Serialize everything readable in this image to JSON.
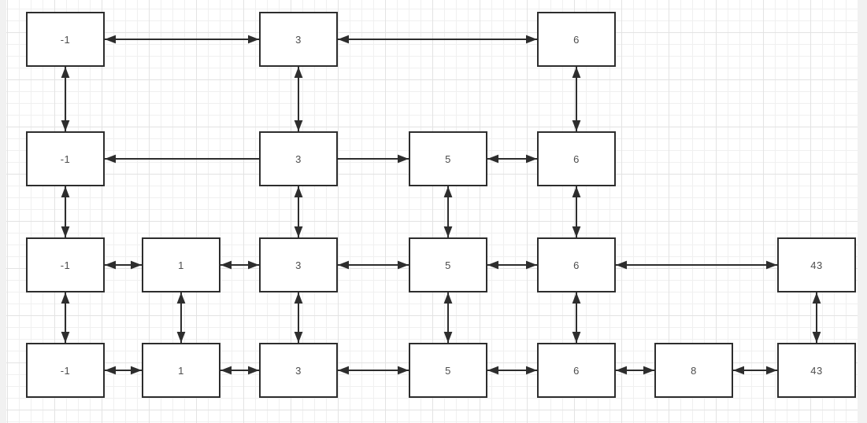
{
  "diagram": {
    "type": "skip-list",
    "colors": {
      "stroke": "#2d2d2d",
      "node_fill": "#ffffff",
      "node_text": "#4d4d4d",
      "canvas_background": "#ffffff",
      "canvas_margin": "#f1f1f1",
      "grid_minor": "#f0f0f0",
      "grid_major": "#e3e3e3"
    },
    "nodes": [
      {
        "id": "r0c0",
        "label": "-1",
        "row": 0,
        "col": 0
      },
      {
        "id": "r0c2",
        "label": "3",
        "row": 0,
        "col": 2
      },
      {
        "id": "r0c4",
        "label": "6",
        "row": 0,
        "col": 4
      },
      {
        "id": "r1c0",
        "label": "-1",
        "row": 1,
        "col": 0
      },
      {
        "id": "r1c2",
        "label": "3",
        "row": 1,
        "col": 2
      },
      {
        "id": "r1c3",
        "label": "5",
        "row": 1,
        "col": 3
      },
      {
        "id": "r1c4",
        "label": "6",
        "row": 1,
        "col": 4
      },
      {
        "id": "r2c0",
        "label": "-1",
        "row": 2,
        "col": 0
      },
      {
        "id": "r2c1",
        "label": "1",
        "row": 2,
        "col": 1
      },
      {
        "id": "r2c2",
        "label": "3",
        "row": 2,
        "col": 2
      },
      {
        "id": "r2c3",
        "label": "5",
        "row": 2,
        "col": 3
      },
      {
        "id": "r2c4",
        "label": "6",
        "row": 2,
        "col": 4
      },
      {
        "id": "r2c6",
        "label": "43",
        "row": 2,
        "col": 6
      },
      {
        "id": "r3c0",
        "label": "-1",
        "row": 3,
        "col": 0
      },
      {
        "id": "r3c1",
        "label": "1",
        "row": 3,
        "col": 1
      },
      {
        "id": "r3c2",
        "label": "3",
        "row": 3,
        "col": 2
      },
      {
        "id": "r3c3",
        "label": "5",
        "row": 3,
        "col": 3
      },
      {
        "id": "r3c4",
        "label": "6",
        "row": 3,
        "col": 4
      },
      {
        "id": "r3c5",
        "label": "8",
        "row": 3,
        "col": 5
      },
      {
        "id": "r3c6",
        "label": "43",
        "row": 3,
        "col": 6
      }
    ],
    "edges": [
      {
        "from": "r0c0",
        "to": "r0c2",
        "heads": "both"
      },
      {
        "from": "r0c2",
        "to": "r0c4",
        "heads": "both"
      },
      {
        "from": "r1c2",
        "to": "r1c0",
        "heads": "to"
      },
      {
        "from": "r1c2",
        "to": "r1c3",
        "heads": "to"
      },
      {
        "from": "r1c3",
        "to": "r1c4",
        "heads": "both"
      },
      {
        "from": "r2c0",
        "to": "r2c1",
        "heads": "both"
      },
      {
        "from": "r2c1",
        "to": "r2c2",
        "heads": "both"
      },
      {
        "from": "r2c2",
        "to": "r2c3",
        "heads": "both"
      },
      {
        "from": "r2c3",
        "to": "r2c4",
        "heads": "both"
      },
      {
        "from": "r2c4",
        "to": "r2c6",
        "heads": "both"
      },
      {
        "from": "r3c0",
        "to": "r3c1",
        "heads": "both"
      },
      {
        "from": "r3c1",
        "to": "r3c2",
        "heads": "both"
      },
      {
        "from": "r3c2",
        "to": "r3c3",
        "heads": "both"
      },
      {
        "from": "r3c3",
        "to": "r3c4",
        "heads": "both"
      },
      {
        "from": "r3c4",
        "to": "r3c5",
        "heads": "both"
      },
      {
        "from": "r3c5",
        "to": "r3c6",
        "heads": "both"
      },
      {
        "from": "r0c0",
        "to": "r1c0",
        "heads": "both"
      },
      {
        "from": "r1c0",
        "to": "r2c0",
        "heads": "both"
      },
      {
        "from": "r2c0",
        "to": "r3c0",
        "heads": "both"
      },
      {
        "from": "r2c1",
        "to": "r3c1",
        "heads": "both"
      },
      {
        "from": "r0c2",
        "to": "r1c2",
        "heads": "both"
      },
      {
        "from": "r1c2",
        "to": "r2c2",
        "heads": "both"
      },
      {
        "from": "r2c2",
        "to": "r3c2",
        "heads": "both"
      },
      {
        "from": "r1c3",
        "to": "r2c3",
        "heads": "both"
      },
      {
        "from": "r2c3",
        "to": "r3c3",
        "heads": "both"
      },
      {
        "from": "r0c4",
        "to": "r1c4",
        "heads": "both"
      },
      {
        "from": "r1c4",
        "to": "r2c4",
        "heads": "both"
      },
      {
        "from": "r2c4",
        "to": "r3c4",
        "heads": "both"
      },
      {
        "from": "r2c6",
        "to": "r3c6",
        "heads": "both"
      }
    ]
  }
}
